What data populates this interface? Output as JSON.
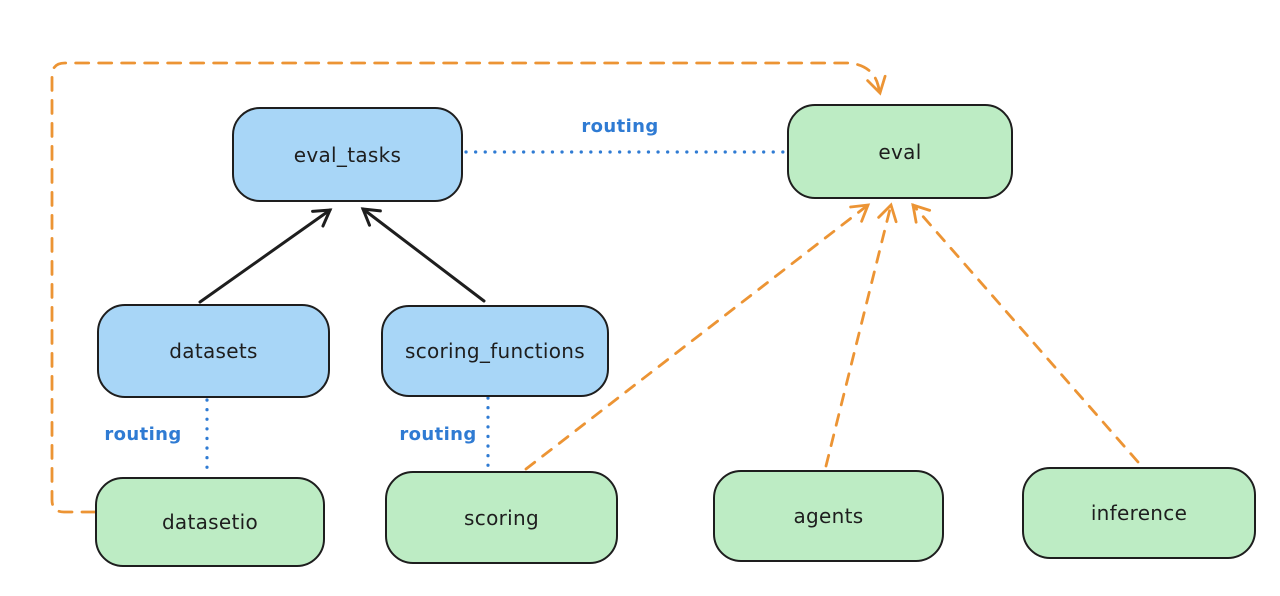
{
  "diagram": {
    "palette": {
      "background": "#ffffff",
      "node_blue_fill": "#a8d6f7",
      "node_green_fill": "#bdecc4",
      "node_stroke": "#1e1e1e",
      "solid_arrow": "#1e1e1e",
      "routing_blue": "#2f7bd3",
      "provider_orange": "#ec9434"
    },
    "nodes": [
      {
        "id": "eval_tasks",
        "label": "eval_tasks",
        "color": "blue"
      },
      {
        "id": "eval",
        "label": "eval",
        "color": "green"
      },
      {
        "id": "datasets",
        "label": "datasets",
        "color": "blue"
      },
      {
        "id": "scoring_functions",
        "label": "scoring_functions",
        "color": "blue"
      },
      {
        "id": "datasetio",
        "label": "datasetio",
        "color": "green"
      },
      {
        "id": "scoring",
        "label": "scoring",
        "color": "green"
      },
      {
        "id": "agents",
        "label": "agents",
        "color": "green"
      },
      {
        "id": "inference",
        "label": "inference",
        "color": "green"
      }
    ],
    "edges": [
      {
        "from": "datasets",
        "to": "eval_tasks",
        "style": "solid-arrow",
        "color": "#1e1e1e"
      },
      {
        "from": "scoring_functions",
        "to": "eval_tasks",
        "style": "solid-arrow",
        "color": "#1e1e1e"
      },
      {
        "from": "eval_tasks",
        "to": "eval",
        "style": "dotted",
        "color": "#2f7bd3",
        "label": "routing"
      },
      {
        "from": "datasets",
        "to": "datasetio",
        "style": "dotted",
        "color": "#2f7bd3",
        "label": "routing"
      },
      {
        "from": "scoring_functions",
        "to": "scoring",
        "style": "dotted",
        "color": "#2f7bd3",
        "label": "routing"
      },
      {
        "from": "datasetio",
        "to": "eval",
        "style": "dashed-arrow",
        "color": "#ec9434"
      },
      {
        "from": "scoring",
        "to": "eval",
        "style": "dashed-arrow",
        "color": "#ec9434"
      },
      {
        "from": "agents",
        "to": "eval",
        "style": "dashed-arrow",
        "color": "#ec9434"
      },
      {
        "from": "inference",
        "to": "eval",
        "style": "dashed-arrow",
        "color": "#ec9434"
      }
    ]
  }
}
